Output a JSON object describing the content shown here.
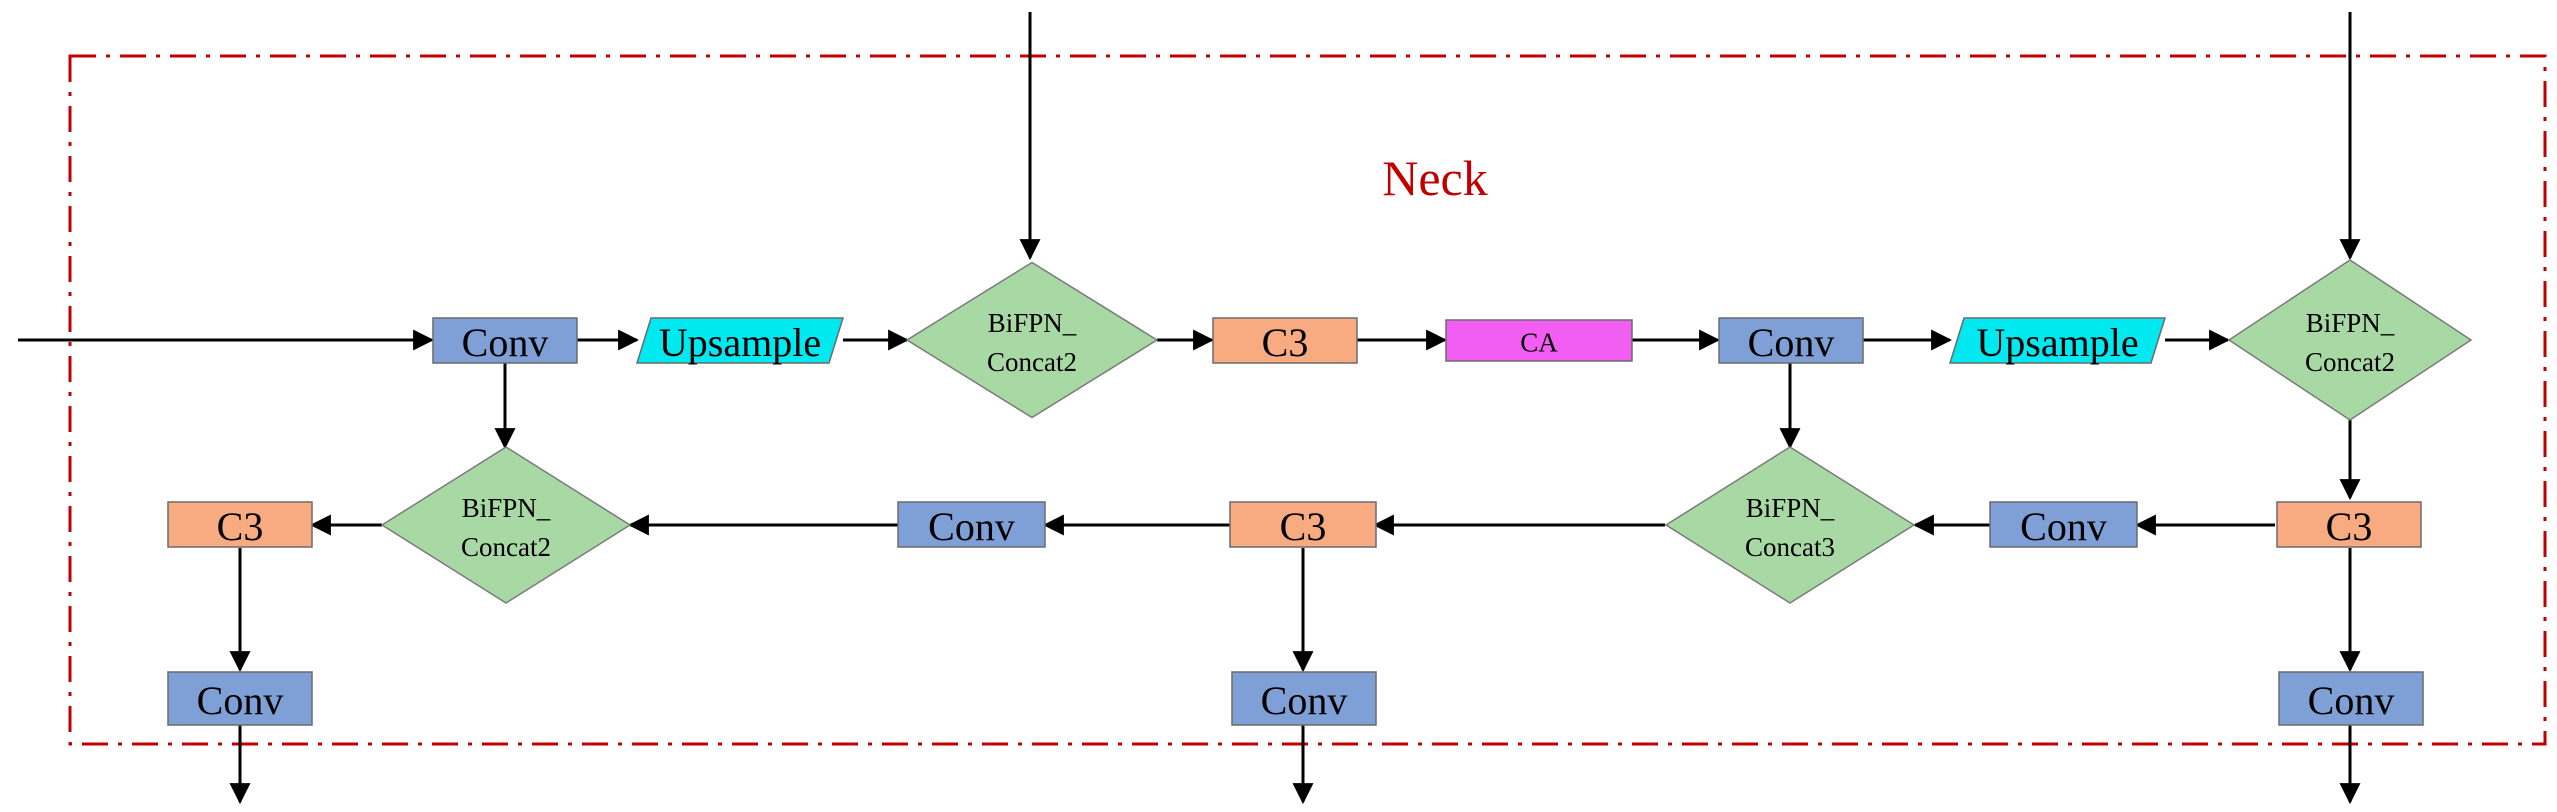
{
  "title": "Neck",
  "colors": {
    "conv": "#7ea0d6",
    "upsample": "#00e8f0",
    "c3": "#f8aa80",
    "ca": "#f15ef1",
    "bifpn": "#a8d8a4",
    "border_dash": "#c00000",
    "title_color": "#c00000"
  },
  "nodes": [
    {
      "id": "conv_top_1",
      "shape": "rect",
      "kind": "conv",
      "label": "Conv"
    },
    {
      "id": "upsample_1",
      "shape": "para",
      "kind": "upsample",
      "label": "Upsample"
    },
    {
      "id": "bifpn_top_1",
      "shape": "diamond",
      "kind": "bifpn",
      "lines": [
        "BiFPN_",
        "Concat2"
      ]
    },
    {
      "id": "c3_top",
      "shape": "rect",
      "kind": "c3",
      "label": "C3"
    },
    {
      "id": "ca_top",
      "shape": "rect",
      "kind": "ca",
      "label": "CA",
      "small": true
    },
    {
      "id": "conv_top_2",
      "shape": "rect",
      "kind": "conv",
      "label": "Conv"
    },
    {
      "id": "upsample_2",
      "shape": "para",
      "kind": "upsample",
      "label": "Upsample"
    },
    {
      "id": "bifpn_top_2",
      "shape": "diamond",
      "kind": "bifpn",
      "lines": [
        "BiFPN_",
        "Concat2"
      ]
    },
    {
      "id": "c3_bottom_left",
      "shape": "rect",
      "kind": "c3",
      "label": "C3"
    },
    {
      "id": "bifpn_bottom_left",
      "shape": "diamond",
      "kind": "bifpn",
      "lines": [
        "BiFPN_",
        "Concat2"
      ]
    },
    {
      "id": "conv_mid_1",
      "shape": "rect",
      "kind": "conv",
      "label": "Conv"
    },
    {
      "id": "c3_bottom_mid",
      "shape": "rect",
      "kind": "c3",
      "label": "C3"
    },
    {
      "id": "bifpn_bottom_mid",
      "shape": "diamond",
      "kind": "bifpn",
      "lines": [
        "BiFPN_",
        "Concat3"
      ]
    },
    {
      "id": "conv_mid_2",
      "shape": "rect",
      "kind": "conv",
      "label": "Conv"
    },
    {
      "id": "c3_bottom_right",
      "shape": "rect",
      "kind": "c3",
      "label": "C3"
    },
    {
      "id": "conv_out_left",
      "shape": "rect",
      "kind": "conv",
      "label": "Conv"
    },
    {
      "id": "conv_out_mid",
      "shape": "rect",
      "kind": "conv",
      "label": "Conv"
    },
    {
      "id": "conv_out_right",
      "shape": "rect",
      "kind": "conv",
      "label": "Conv"
    }
  ]
}
